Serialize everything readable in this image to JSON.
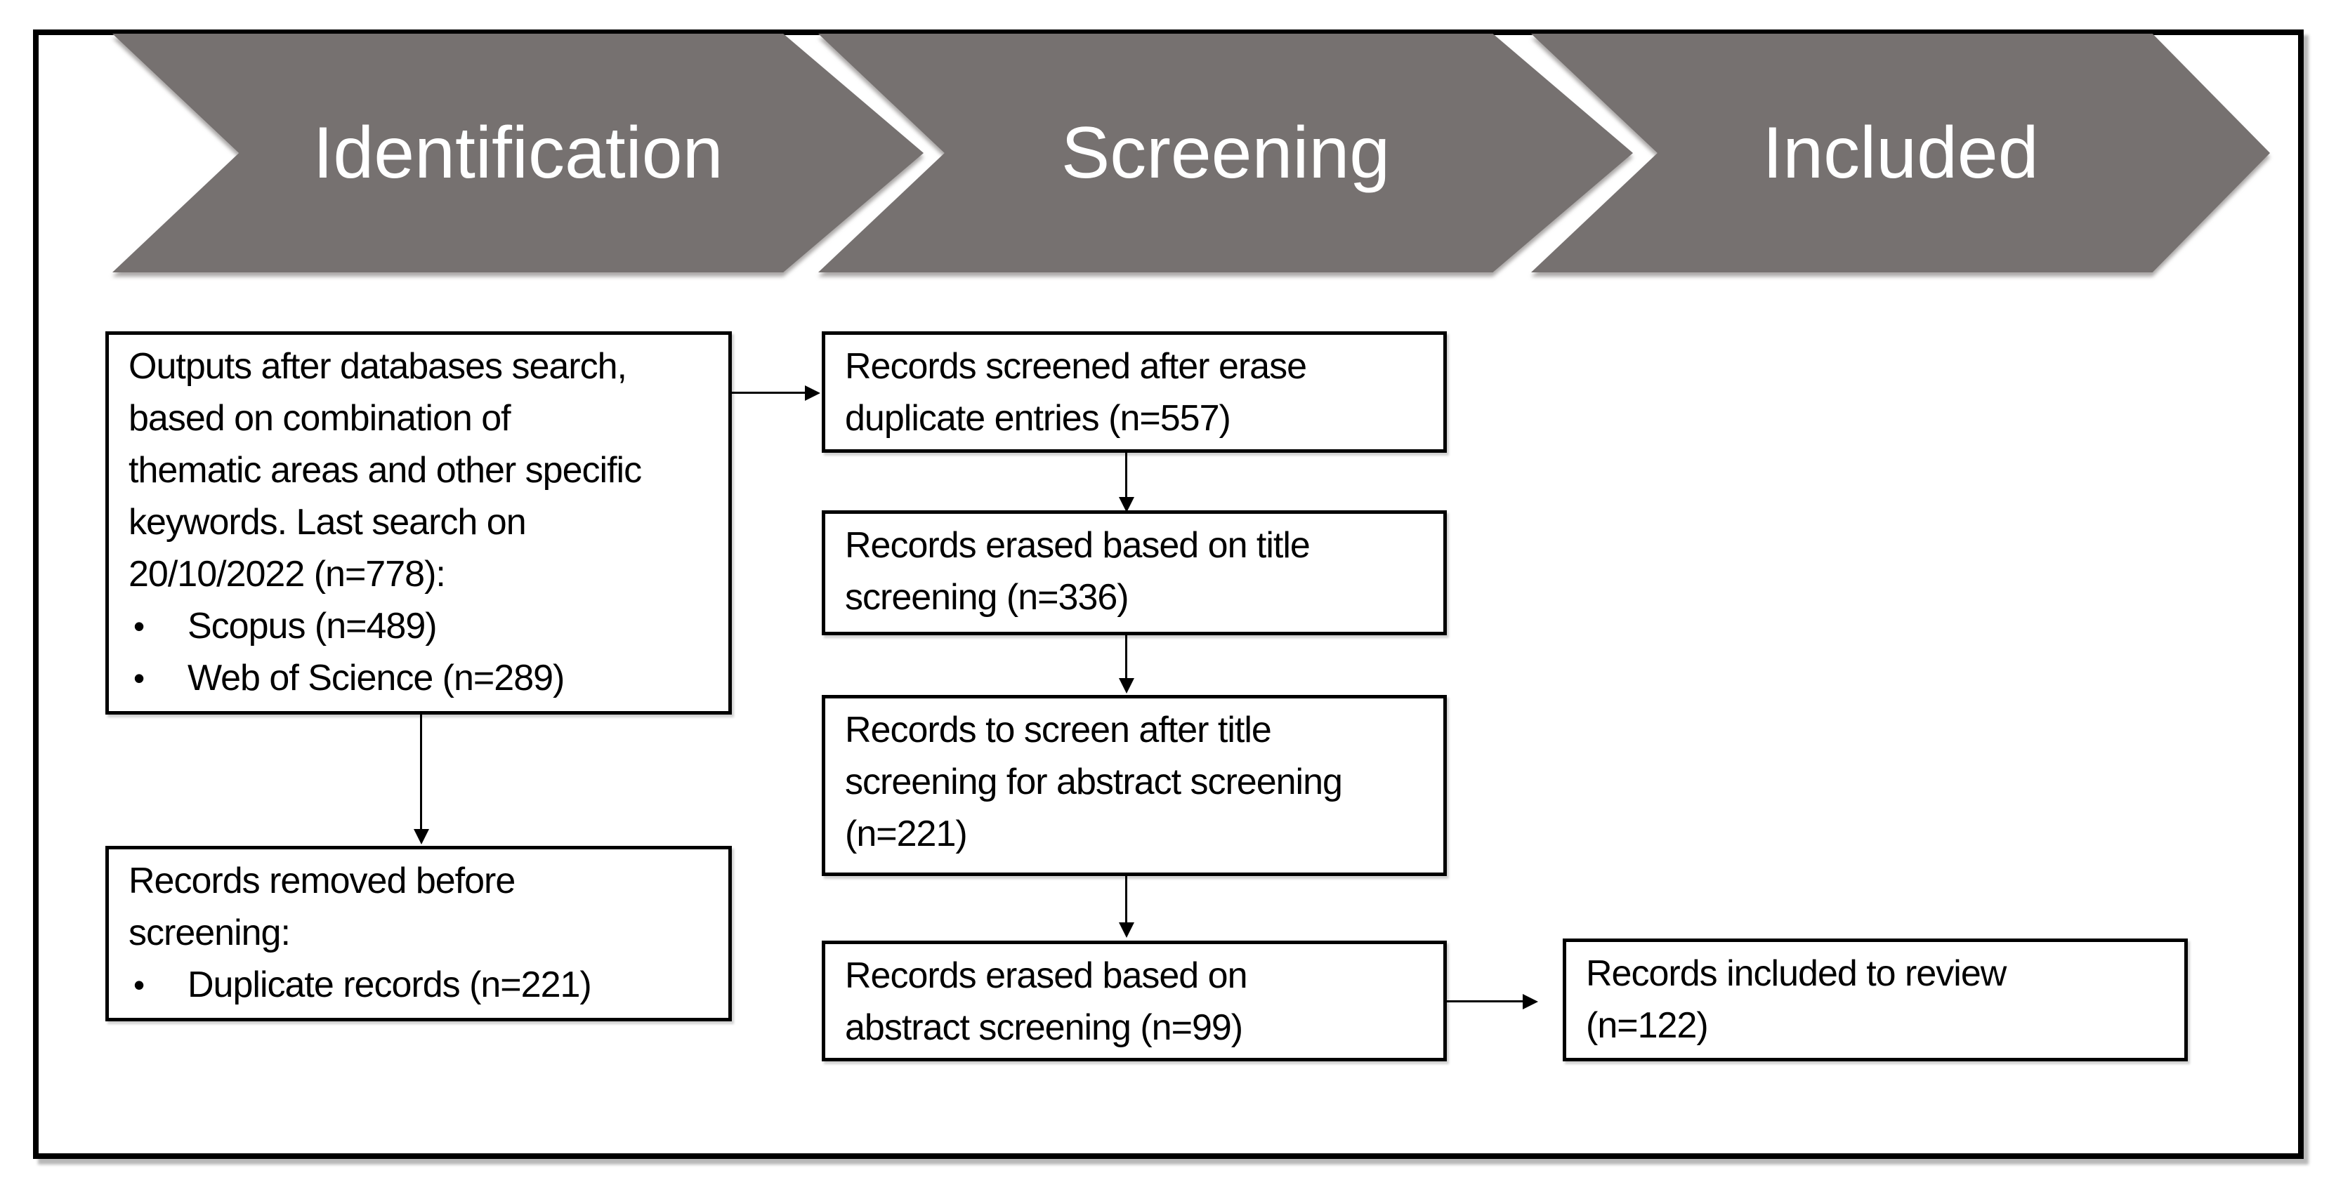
{
  "banners": {
    "identification": {
      "label": "Identification"
    },
    "screening": {
      "label": "Screening"
    },
    "included": {
      "label": "Included"
    }
  },
  "boxes": {
    "database_outputs": {
      "text": "Outputs after databases search,\nbased on combination of\nthematic areas and other specific\nkeywords. Last search on\n20/10/2022 (n=778):",
      "bullets": [
        "Scopus (n=489)",
        "Web of Science (n=289)"
      ]
    },
    "records_removed": {
      "text": "Records removed before\nscreening:",
      "bullets": [
        "Duplicate records (n=221)"
      ]
    },
    "records_screened": {
      "text": "Records screened after erase\nduplicate entries (n=557)"
    },
    "records_erased_title": {
      "text": "Records erased based on title\nscreening (n=336)"
    },
    "records_to_screen_abstract": {
      "text": "Records to screen after title\nscreening for abstract screening\n(n=221)"
    },
    "records_erased_abstract": {
      "text": "Records erased based on\nabstract screening (n=99)"
    },
    "records_included": {
      "text": "Records included to review\n(n=122)"
    }
  },
  "glyphs": {
    "bullet": "•"
  },
  "colors": {
    "banner_fill": "#767170",
    "banner_text": "#ffffff",
    "box_background": "#ffffff",
    "border": "#000000",
    "text": "#000000",
    "page_background": "#ffffff"
  }
}
